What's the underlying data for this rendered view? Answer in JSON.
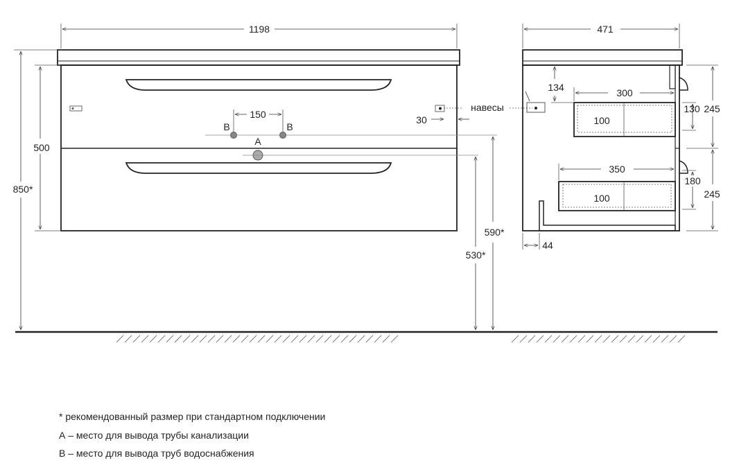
{
  "dimensions": {
    "overall_width": "1198",
    "depth": "471",
    "overall_height": "850*",
    "cabinet_height": "500",
    "pipe_spacing": "150",
    "hinge_offset": "30",
    "top_inset": "134",
    "upper_drawer_width": "300",
    "lower_drawer_width": "350",
    "upper_drawer_depth": "100",
    "lower_drawer_depth": "100",
    "upper_drawer_height": "130",
    "lower_drawer_height": "180",
    "upper_front_height": "245",
    "lower_front_height": "245",
    "back_offset": "44",
    "drain_height": "530*",
    "supply_height": "590*"
  },
  "labels": {
    "hinges": "навесы",
    "drain_point": "A",
    "supply_point_left": "B",
    "supply_point_right": "B"
  },
  "notes": [
    "* рекомендованный размер при стандартном подключении",
    "А – место для вывода трубы канализации",
    "В – место для вывода труб водоснабжения"
  ]
}
